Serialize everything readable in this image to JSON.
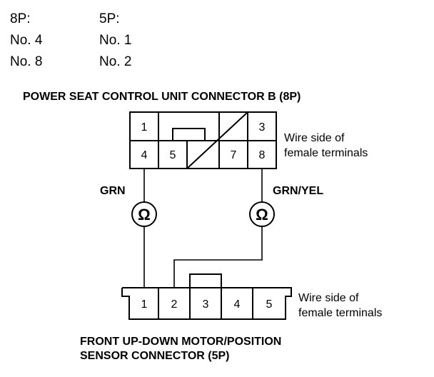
{
  "pin_table": {
    "col_8p": {
      "header": "8P:",
      "rows": [
        "No. 4",
        "No. 8"
      ]
    },
    "col_5p": {
      "header": "5P:",
      "rows": [
        "No. 1",
        "No. 2"
      ]
    }
  },
  "connector_b": {
    "title": "POWER SEAT CONTROL UNIT CONNECTOR B (8P)",
    "pins": [
      "1",
      "3",
      "4",
      "5",
      "7",
      "8"
    ],
    "note_lines": [
      "Wire side of",
      "female terminals"
    ]
  },
  "wires": {
    "left_label": "GRN",
    "right_label": "GRN/YEL"
  },
  "meter_symbol": "Ω",
  "connector_5p": {
    "title_lines": [
      "FRONT UP-DOWN MOTOR/POSITION",
      "SENSOR CONNECTOR (5P)"
    ],
    "pins": [
      "1",
      "2",
      "3",
      "4",
      "5"
    ],
    "note_lines": [
      "Wire side of",
      "female terminals"
    ]
  }
}
